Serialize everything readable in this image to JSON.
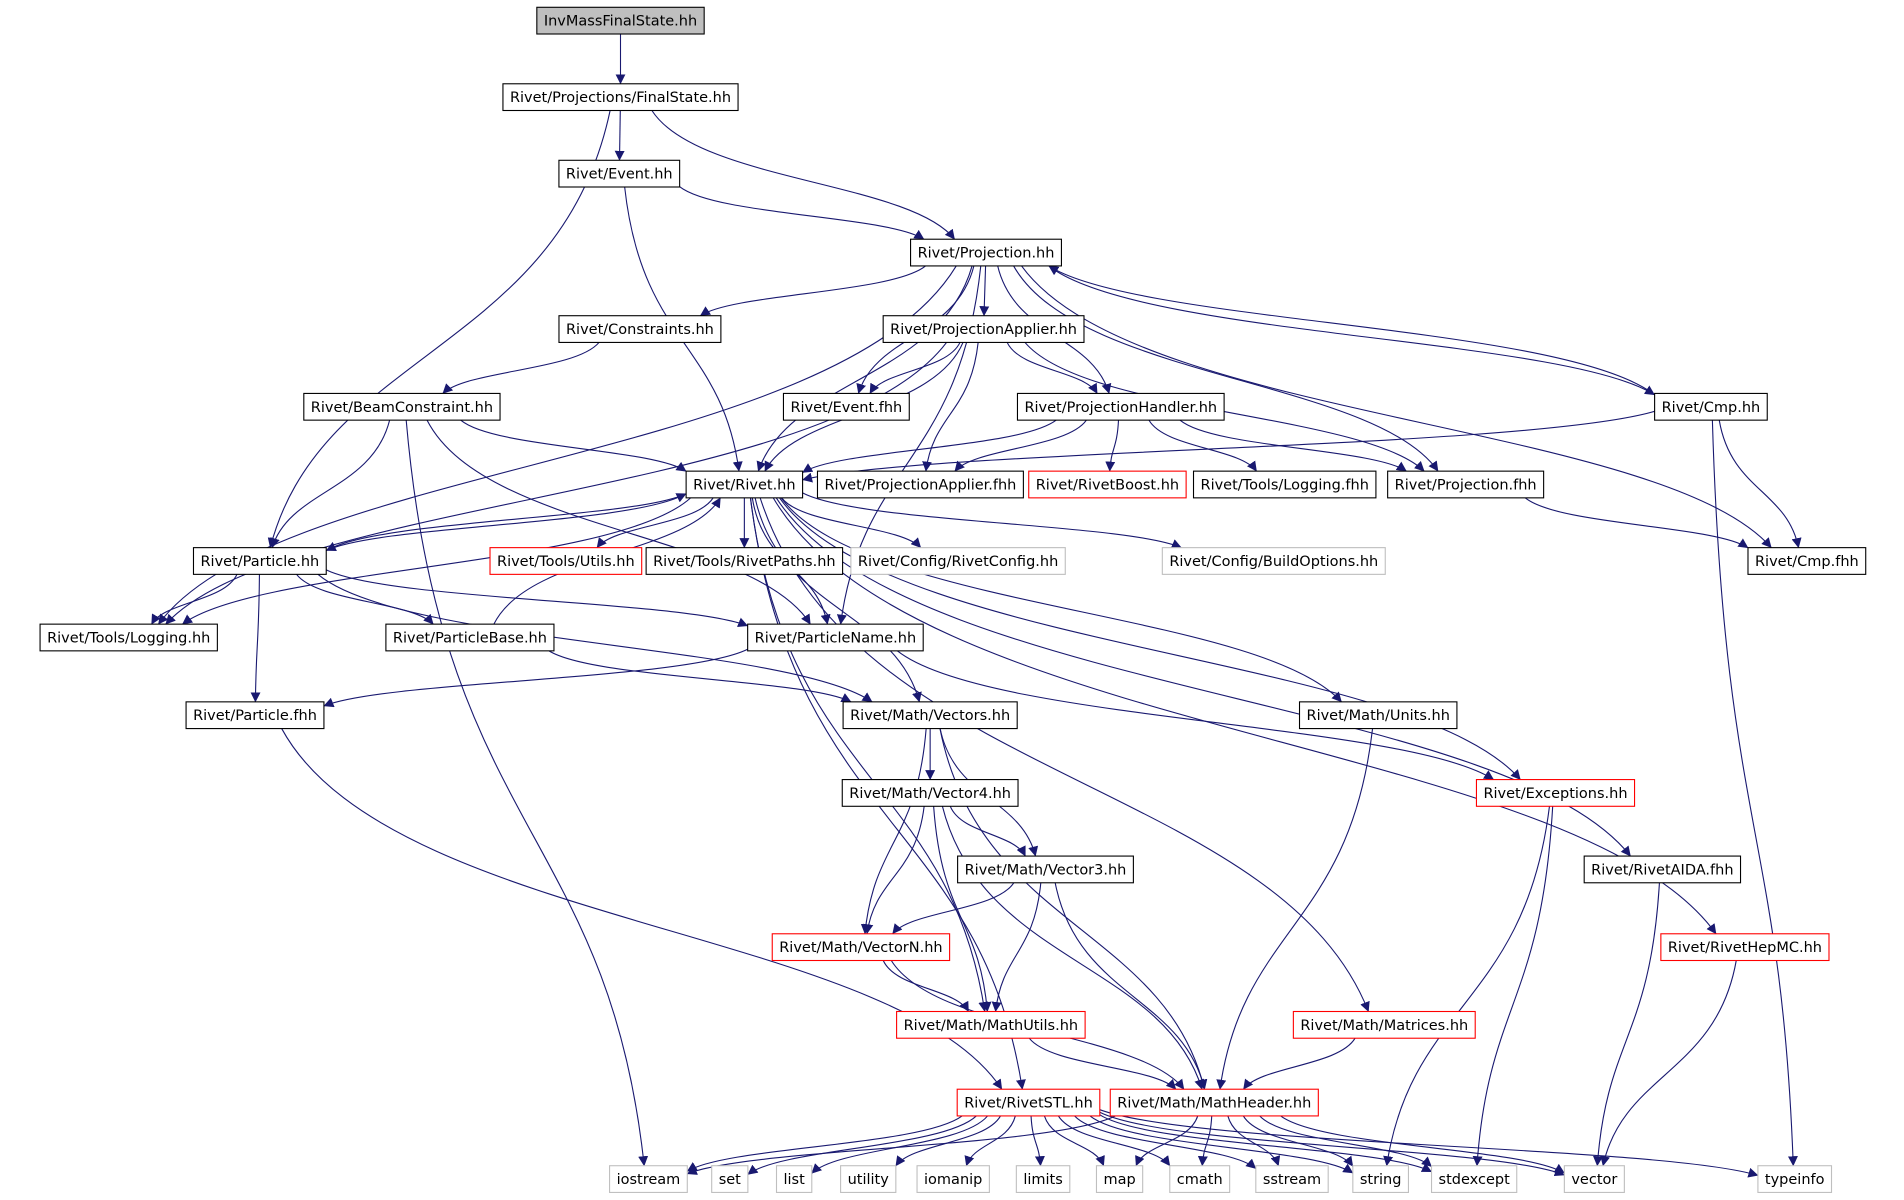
{
  "colors": {
    "edge": "#191970",
    "documented_border": "#000000",
    "undocumented_border": "#ff0000",
    "external_border": "#bfbfbf",
    "root_fill": "#bfbfbf"
  },
  "nodes": [
    {
      "id": "inv",
      "label": "InvMassFinalState.hh",
      "kind": "root"
    },
    {
      "id": "fs",
      "label": "Rivet/Projections/FinalState.hh",
      "kind": "documented"
    },
    {
      "id": "evh",
      "label": "Rivet/Event.hh",
      "kind": "documented"
    },
    {
      "id": "proj",
      "label": "Rivet/Projection.hh",
      "kind": "documented"
    },
    {
      "id": "cons",
      "label": "Rivet/Constraints.hh",
      "kind": "documented"
    },
    {
      "id": "pa",
      "label": "Rivet/ProjectionApplier.hh",
      "kind": "documented"
    },
    {
      "id": "bc",
      "label": "Rivet/BeamConstraint.hh",
      "kind": "documented"
    },
    {
      "id": "evf",
      "label": "Rivet/Event.fhh",
      "kind": "documented"
    },
    {
      "id": "ph",
      "label": "Rivet/ProjectionHandler.hh",
      "kind": "documented"
    },
    {
      "id": "cmph",
      "label": "Rivet/Cmp.hh",
      "kind": "documented"
    },
    {
      "id": "rivet",
      "label": "Rivet/Rivet.hh",
      "kind": "documented"
    },
    {
      "id": "paf",
      "label": "Rivet/ProjectionApplier.fhh",
      "kind": "documented"
    },
    {
      "id": "rb",
      "label": "Rivet/RivetBoost.hh",
      "kind": "undocumented"
    },
    {
      "id": "tlf",
      "label": "Rivet/Tools/Logging.fhh",
      "kind": "documented"
    },
    {
      "id": "pf",
      "label": "Rivet/Projection.fhh",
      "kind": "documented"
    },
    {
      "id": "part",
      "label": "Rivet/Particle.hh",
      "kind": "documented"
    },
    {
      "id": "tu",
      "label": "Rivet/Tools/Utils.hh",
      "kind": "undocumented"
    },
    {
      "id": "trp",
      "label": "Rivet/Tools/RivetPaths.hh",
      "kind": "documented"
    },
    {
      "id": "crc",
      "label": "Rivet/Config/RivetConfig.hh",
      "kind": "external"
    },
    {
      "id": "cbo",
      "label": "Rivet/Config/BuildOptions.hh",
      "kind": "external"
    },
    {
      "id": "cmpf",
      "label": "Rivet/Cmp.fhh",
      "kind": "documented"
    },
    {
      "id": "tlog",
      "label": "Rivet/Tools/Logging.hh",
      "kind": "documented"
    },
    {
      "id": "pb",
      "label": "Rivet/ParticleBase.hh",
      "kind": "documented"
    },
    {
      "id": "pn",
      "label": "Rivet/ParticleName.hh",
      "kind": "documented"
    },
    {
      "id": "partf",
      "label": "Rivet/Particle.fhh",
      "kind": "documented"
    },
    {
      "id": "mv",
      "label": "Rivet/Math/Vectors.hh",
      "kind": "documented"
    },
    {
      "id": "mu",
      "label": "Rivet/Math/Units.hh",
      "kind": "documented"
    },
    {
      "id": "exc",
      "label": "Rivet/Exceptions.hh",
      "kind": "undocumented"
    },
    {
      "id": "v4",
      "label": "Rivet/Math/Vector4.hh",
      "kind": "documented"
    },
    {
      "id": "v3",
      "label": "Rivet/Math/Vector3.hh",
      "kind": "documented"
    },
    {
      "id": "aida",
      "label": "Rivet/RivetAIDA.fhh",
      "kind": "documented"
    },
    {
      "id": "vn",
      "label": "Rivet/Math/VectorN.hh",
      "kind": "undocumented"
    },
    {
      "id": "hepmc",
      "label": "Rivet/RivetHepMC.hh",
      "kind": "undocumented"
    },
    {
      "id": "mutil",
      "label": "Rivet/Math/MathUtils.hh",
      "kind": "undocumented"
    },
    {
      "id": "mat",
      "label": "Rivet/Math/Matrices.hh",
      "kind": "undocumented"
    },
    {
      "id": "stl",
      "label": "Rivet/RivetSTL.hh",
      "kind": "undocumented"
    },
    {
      "id": "mh",
      "label": "Rivet/Math/MathHeader.hh",
      "kind": "undocumented"
    },
    {
      "id": "iostream",
      "label": "iostream",
      "kind": "external"
    },
    {
      "id": "set",
      "label": "set",
      "kind": "external"
    },
    {
      "id": "list",
      "label": "list",
      "kind": "external"
    },
    {
      "id": "utility",
      "label": "utility",
      "kind": "external"
    },
    {
      "id": "iomanip",
      "label": "iomanip",
      "kind": "external"
    },
    {
      "id": "limits",
      "label": "limits",
      "kind": "external"
    },
    {
      "id": "map",
      "label": "map",
      "kind": "external"
    },
    {
      "id": "cmath",
      "label": "cmath",
      "kind": "external"
    },
    {
      "id": "sstream",
      "label": "sstream",
      "kind": "external"
    },
    {
      "id": "string",
      "label": "string",
      "kind": "external"
    },
    {
      "id": "stdexcept",
      "label": "stdexcept",
      "kind": "external"
    },
    {
      "id": "vector",
      "label": "vector",
      "kind": "external"
    },
    {
      "id": "typeinfo",
      "label": "typeinfo",
      "kind": "external"
    }
  ],
  "edges": [
    [
      "inv",
      "fs"
    ],
    [
      "fs",
      "evh"
    ],
    [
      "fs",
      "proj"
    ],
    [
      "fs",
      "part"
    ],
    [
      "evh",
      "proj"
    ],
    [
      "evh",
      "rivet"
    ],
    [
      "proj",
      "cons"
    ],
    [
      "proj",
      "pa"
    ],
    [
      "proj",
      "evf"
    ],
    [
      "proj",
      "ph"
    ],
    [
      "proj",
      "rivet"
    ],
    [
      "proj",
      "pf"
    ],
    [
      "proj",
      "cmph"
    ],
    [
      "proj",
      "cmpf"
    ],
    [
      "proj",
      "tlog"
    ],
    [
      "proj",
      "pn"
    ],
    [
      "cons",
      "bc"
    ],
    [
      "pa",
      "evf"
    ],
    [
      "pa",
      "ph"
    ],
    [
      "pa",
      "rivet"
    ],
    [
      "pa",
      "paf"
    ],
    [
      "pa",
      "pf"
    ],
    [
      "pa",
      "tlog"
    ],
    [
      "bc",
      "rivet"
    ],
    [
      "bc",
      "part"
    ],
    [
      "bc",
      "pn"
    ],
    [
      "bc",
      "iostream"
    ],
    [
      "ph",
      "rivet"
    ],
    [
      "ph",
      "paf"
    ],
    [
      "ph",
      "rb"
    ],
    [
      "ph",
      "tlf"
    ],
    [
      "ph",
      "pf"
    ],
    [
      "cmph",
      "proj"
    ],
    [
      "cmph",
      "rivet"
    ],
    [
      "cmph",
      "cmpf"
    ],
    [
      "cmph",
      "typeinfo"
    ],
    [
      "pf",
      "cmpf"
    ],
    [
      "rivet",
      "part"
    ],
    [
      "rivet",
      "tlog"
    ],
    [
      "rivet",
      "tu"
    ],
    [
      "rivet",
      "trp"
    ],
    [
      "rivet",
      "crc"
    ],
    [
      "rivet",
      "cbo"
    ],
    [
      "rivet",
      "pn"
    ],
    [
      "rivet",
      "mv"
    ],
    [
      "rivet",
      "mu"
    ],
    [
      "rivet",
      "exc"
    ],
    [
      "rivet",
      "aida"
    ],
    [
      "rivet",
      "hepmc"
    ],
    [
      "rivet",
      "mutil"
    ],
    [
      "rivet",
      "mat"
    ],
    [
      "rivet",
      "stl"
    ],
    [
      "part",
      "rivet"
    ],
    [
      "part",
      "tlog"
    ],
    [
      "part",
      "pb"
    ],
    [
      "part",
      "pn"
    ],
    [
      "part",
      "partf"
    ],
    [
      "part",
      "mv"
    ],
    [
      "pb",
      "rivet"
    ],
    [
      "pb",
      "mv"
    ],
    [
      "pn",
      "partf"
    ],
    [
      "pn",
      "exc"
    ],
    [
      "partf",
      "stl"
    ],
    [
      "mv",
      "v4"
    ],
    [
      "mv",
      "v3"
    ],
    [
      "mv",
      "vn"
    ],
    [
      "mv",
      "mh"
    ],
    [
      "v4",
      "v3"
    ],
    [
      "v4",
      "vn"
    ],
    [
      "v4",
      "mutil"
    ],
    [
      "v4",
      "mh"
    ],
    [
      "v3",
      "vn"
    ],
    [
      "v3",
      "mutil"
    ],
    [
      "v3",
      "mh"
    ],
    [
      "vn",
      "mutil"
    ],
    [
      "vn",
      "mh"
    ],
    [
      "mutil",
      "mh"
    ],
    [
      "mu",
      "mh"
    ],
    [
      "mat",
      "mh"
    ],
    [
      "exc",
      "string"
    ],
    [
      "exc",
      "stdexcept"
    ],
    [
      "aida",
      "vector"
    ],
    [
      "hepmc",
      "vector"
    ],
    [
      "stl",
      "iostream"
    ],
    [
      "stl",
      "set"
    ],
    [
      "stl",
      "list"
    ],
    [
      "stl",
      "utility"
    ],
    [
      "stl",
      "iomanip"
    ],
    [
      "stl",
      "limits"
    ],
    [
      "stl",
      "map"
    ],
    [
      "stl",
      "cmath"
    ],
    [
      "stl",
      "sstream"
    ],
    [
      "stl",
      "string"
    ],
    [
      "stl",
      "stdexcept"
    ],
    [
      "stl",
      "vector"
    ],
    [
      "stl",
      "typeinfo"
    ],
    [
      "mh",
      "iostream"
    ],
    [
      "mh",
      "map"
    ],
    [
      "mh",
      "cmath"
    ],
    [
      "mh",
      "sstream"
    ],
    [
      "mh",
      "string"
    ],
    [
      "mh",
      "stdexcept"
    ],
    [
      "mh",
      "vector"
    ]
  ]
}
